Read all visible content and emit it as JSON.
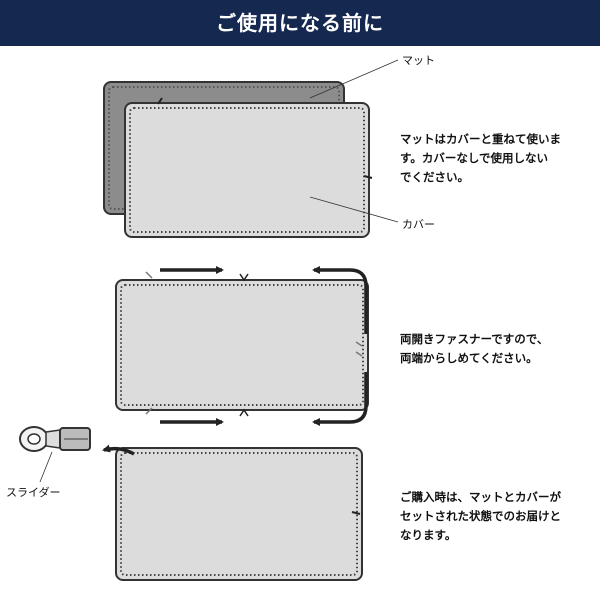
{
  "header": {
    "title": "ご使用になる前に"
  },
  "labels": {
    "mat": "マット",
    "cover": "カバー",
    "slider": "スライダー"
  },
  "descriptions": [
    {
      "lines": [
        "マットはカバーと重ねて使いま",
        "す。カバーなしで使用しない",
        "でください。"
      ]
    },
    {
      "lines": [
        "両開きファスナーですので、",
        "両端からしめてください。"
      ]
    },
    {
      "lines": [
        "ご購入時は、マットとカバーが",
        "セットされた状態でのお届けと",
        "なります。"
      ]
    }
  ],
  "colors": {
    "header_bg": "#142850",
    "mat_gray": "#8c8c8c",
    "cover_gray": "#dcdcdc",
    "outline": "#333333"
  }
}
